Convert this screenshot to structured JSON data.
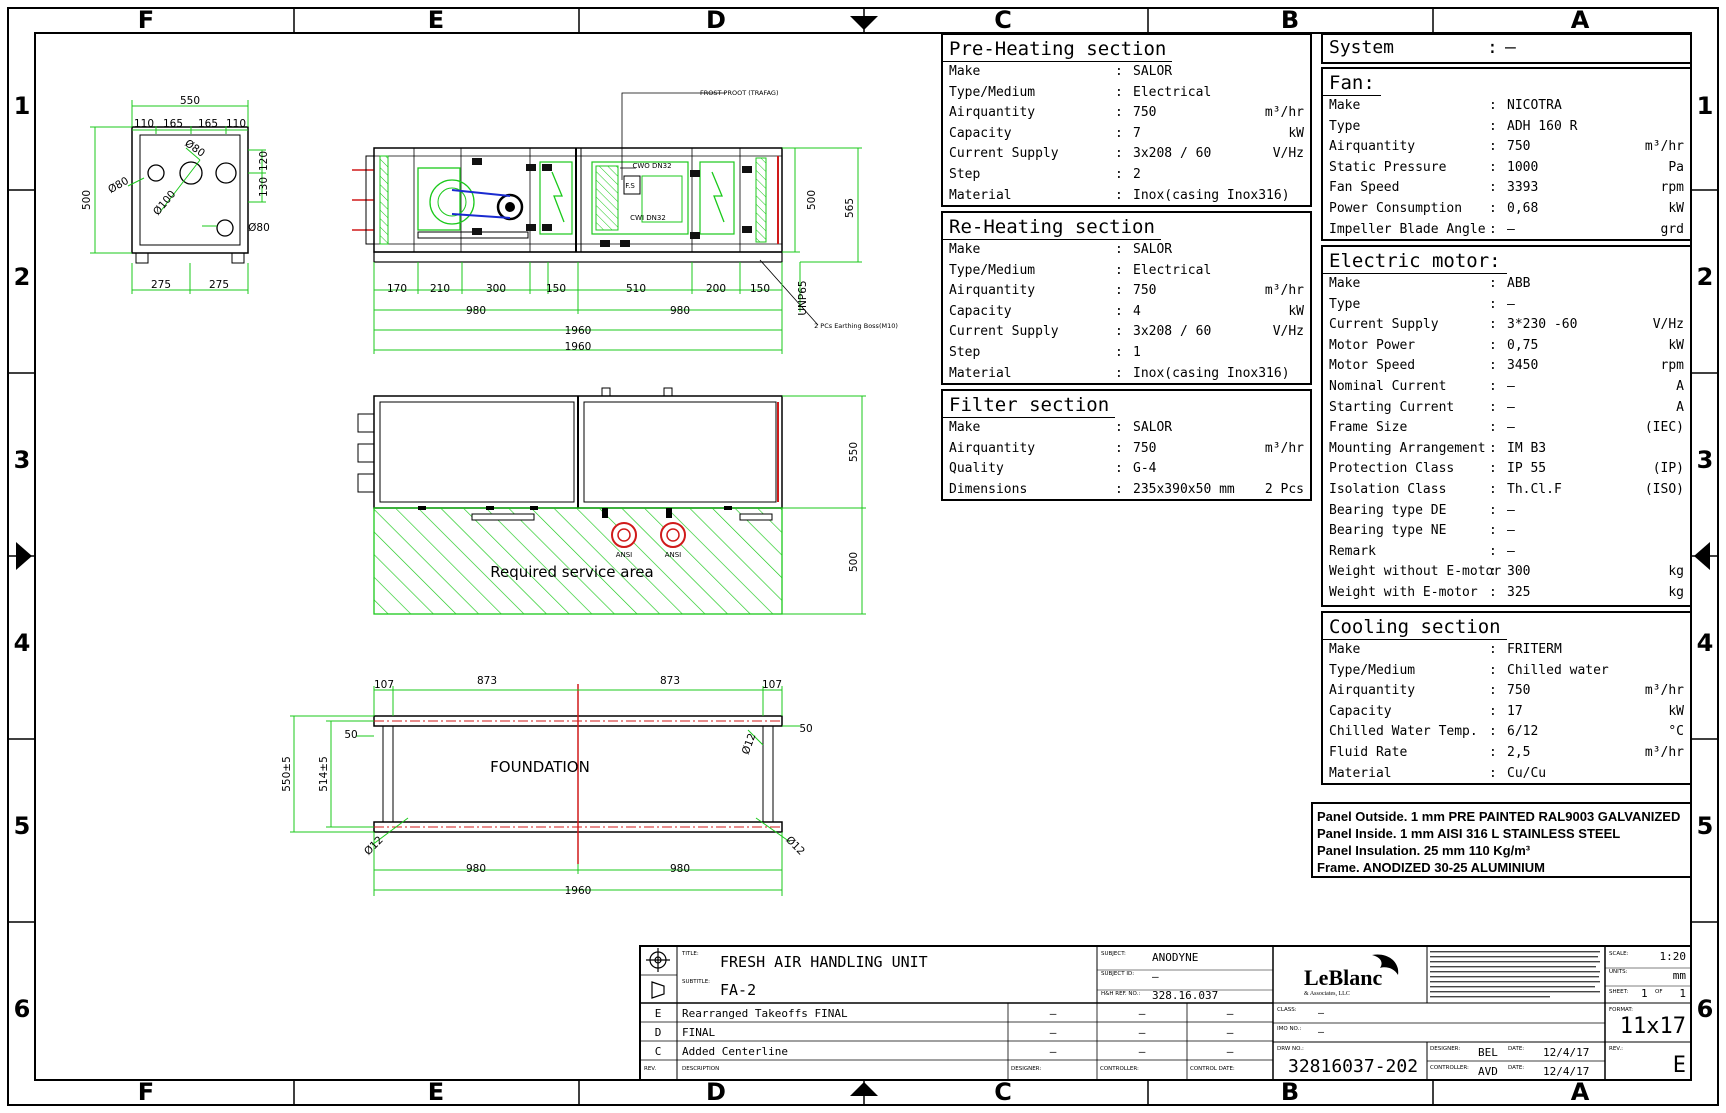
{
  "border": {
    "top_letters": [
      "F",
      "E",
      "D",
      "C",
      "B",
      "A"
    ],
    "bottom_letters": [
      "F",
      "E",
      "D",
      "C",
      "B",
      "A"
    ],
    "left_numbers": [
      "1",
      "2",
      "3",
      "4",
      "5",
      "6"
    ],
    "right_numbers": [
      "1",
      "2",
      "3",
      "4",
      "5",
      "6"
    ]
  },
  "system": {
    "label": "System",
    "colon": ":",
    "value": "–"
  },
  "pre_heating": {
    "title": "Pre-Heating section",
    "rows": [
      {
        "label": "Make",
        "value": "SALOR",
        "unit": ""
      },
      {
        "label": "Type/Medium",
        "value": "Electrical",
        "unit": ""
      },
      {
        "label": "Airquantity",
        "value": "750",
        "unit": "m³/hr"
      },
      {
        "label": "Capacity",
        "value": "7",
        "unit": "kW"
      },
      {
        "label": "Current Supply",
        "value": "3x208 / 60",
        "unit": "V/Hz"
      },
      {
        "label": "Step",
        "value": "2",
        "unit": ""
      },
      {
        "label": "Material",
        "value": "Inox(casing Inox316)",
        "unit": ""
      }
    ]
  },
  "re_heating": {
    "title": "Re-Heating section",
    "rows": [
      {
        "label": "Make",
        "value": "SALOR",
        "unit": ""
      },
      {
        "label": "Type/Medium",
        "value": "Electrical",
        "unit": ""
      },
      {
        "label": "Airquantity",
        "value": "750",
        "unit": "m³/hr"
      },
      {
        "label": "Capacity",
        "value": "4",
        "unit": "kW"
      },
      {
        "label": "Current Supply",
        "value": "3x208 / 60",
        "unit": "V/Hz"
      },
      {
        "label": "Step",
        "value": "1",
        "unit": ""
      },
      {
        "label": "Material",
        "value": "Inox(casing Inox316)",
        "unit": ""
      }
    ]
  },
  "filter": {
    "title": "Filter section",
    "rows": [
      {
        "label": "Make",
        "value": "SALOR",
        "unit": ""
      },
      {
        "label": "Airquantity",
        "value": "750",
        "unit": "m³/hr"
      },
      {
        "label": "Quality",
        "value": "G-4",
        "unit": ""
      },
      {
        "label": "Dimensions",
        "value": "235x390x50 mm",
        "unit": "2 Pcs"
      }
    ]
  },
  "fan": {
    "title": "Fan:",
    "rows": [
      {
        "label": "Make",
        "value": "NICOTRA",
        "unit": ""
      },
      {
        "label": "Type",
        "value": "ADH 160 R",
        "unit": ""
      },
      {
        "label": "Airquantity",
        "value": "750",
        "unit": "m³/hr"
      },
      {
        "label": "Static Pressure",
        "value": "1000",
        "unit": "Pa"
      },
      {
        "label": "Fan Speed",
        "value": "3393",
        "unit": "rpm"
      },
      {
        "label": "Power Consumption",
        "value": "0,68",
        "unit": "kW"
      },
      {
        "label": "Impeller Blade Angle",
        "value": "–",
        "unit": "grd"
      }
    ]
  },
  "motor": {
    "title": "Electric motor:",
    "rows": [
      {
        "label": "Make",
        "value": "ABB",
        "unit": ""
      },
      {
        "label": "Type",
        "value": "–",
        "unit": ""
      },
      {
        "label": "Current Supply",
        "value": "3*230 -60",
        "unit": "V/Hz"
      },
      {
        "label": "Motor Power",
        "value": "0,75",
        "unit": "kW"
      },
      {
        "label": "Motor Speed",
        "value": "3450",
        "unit": "rpm"
      },
      {
        "label": "Nominal Current",
        "value": "–",
        "unit": "A"
      },
      {
        "label": "Starting Current",
        "value": "–",
        "unit": "A"
      },
      {
        "label": "Frame Size",
        "value": "–",
        "unit": "(IEC)"
      },
      {
        "label": "Mounting Arrangement",
        "value": "IM B3",
        "unit": ""
      },
      {
        "label": "Protection Class",
        "value": "IP 55",
        "unit": "(IP)"
      },
      {
        "label": "Isolation Class",
        "value": "Th.Cl.F",
        "unit": "(ISO)"
      },
      {
        "label": "Bearing type DE",
        "value": "–",
        "unit": ""
      },
      {
        "label": "Bearing type NE",
        "value": "–",
        "unit": ""
      },
      {
        "label": "Remark",
        "value": "–",
        "unit": ""
      },
      {
        "label": "Weight without E-motor",
        "value": "300",
        "unit": "kg"
      },
      {
        "label": "Weight with E-motor",
        "value": "325",
        "unit": "kg"
      }
    ]
  },
  "cooling": {
    "title": "Cooling section",
    "rows": [
      {
        "label": "Make",
        "value": "FRITERM",
        "unit": ""
      },
      {
        "label": "Type/Medium",
        "value": "Chilled water",
        "unit": ""
      },
      {
        "label": "Airquantity",
        "value": "750",
        "unit": "m³/hr"
      },
      {
        "label": "Capacity",
        "value": "17",
        "unit": "kW"
      },
      {
        "label": "Chilled Water Temp.",
        "value": "6/12",
        "unit": "°C"
      },
      {
        "label": "Fluid Rate",
        "value": "2,5",
        "unit": "m³/hr"
      },
      {
        "label": "Material",
        "value": "Cu/Cu",
        "unit": ""
      }
    ]
  },
  "panel_notes": [
    "Panel Outside. 1 mm PRE PAINTED RAL9003 GALVANIZED",
    "Panel Inside. 1 mm AISI 316 L STAINLESS STEEL",
    "Panel Insulation. 25 mm 110 Kg/m³",
    "Frame. ANODIZED 30-25 ALUMINIUM"
  ],
  "drawing": {
    "front_labels": {
      "frost": "FROST PROOT (TRAFAG)",
      "cwo": "CWO DN32",
      "cwi": "CWI DN32",
      "fs": "F.S",
      "unp": "UNP65",
      "earthing": "2 PCs Earthing Boss(M10)"
    },
    "front_dims": {
      "d500": "500",
      "d565": "565",
      "segs": [
        "170",
        "210",
        "300",
        "150",
        "510",
        "200",
        "150"
      ],
      "half_left": "980",
      "half_right": "980",
      "total1": "1960",
      "total2": "1960"
    },
    "end_view": {
      "width": "550",
      "top_segs": [
        "110",
        "165",
        "165",
        "110"
      ],
      "height": "500",
      "r120": "120",
      "r130": "130",
      "phi80a": "Ø80",
      "phi100": "Ø100",
      "phi80b": "Ø80",
      "phi80c": "Ø80",
      "bottom": [
        "275",
        "275"
      ]
    },
    "top_view": {
      "d550": "550",
      "d500": "500",
      "ansi1": "ANSI",
      "ansi2": "ANSI",
      "service": "Required service area"
    },
    "foundation": {
      "label": "FOUNDATION",
      "top": [
        "107",
        "873",
        "873",
        "107"
      ],
      "d50a": "50",
      "d50b": "50",
      "v1": "550±5",
      "v2": "514±5",
      "phi_a": "Ø12",
      "phi_b": "Ø12",
      "phi_c": "Ø12",
      "bottom": [
        "980",
        "980"
      ],
      "total": "1960"
    }
  },
  "title_block": {
    "title_lbl": "TITLE:",
    "title": "FRESH AIR HANDLING UNIT",
    "subtitle_lbl": "SUBTITLE:",
    "subtitle": "FA-2",
    "subject_lbl": "SUBJECT:",
    "subject": "ANODYNE",
    "subject_id_lbl": "SUBJECT ID:",
    "subject_id": "–",
    "ref_lbl": "H&H REF. NO.:",
    "ref": "328.16.037",
    "logo": "LeBlanc",
    "logo_sub": "& Associates, LLC",
    "scale_lbl": "SCALE:",
    "scale": "1:20",
    "units_lbl": "UNITS:",
    "units": "mm",
    "sheet_lbl": "SHEET:",
    "sheet": "1",
    "of_lbl": "OF",
    "of": "1",
    "format_lbl": "FORMAT:",
    "format": "11x17",
    "rev_lbl": "REV.:",
    "rev": "E",
    "class_lbl": "CLASS:",
    "class_val": "–",
    "imo_lbl": "IMO NO.:",
    "imo": "–",
    "drw_lbl": "DRW NO.:",
    "drw": "32816037-202",
    "designer_lbl": "DESIGNER:",
    "designer": "BEL",
    "date_lbl": "DATE:",
    "date1": "12/4/17",
    "controller_lbl": "CONTROLLER:",
    "controller": "AVD",
    "date_lbl2": "DATE:",
    "date2": "12/4/17",
    "revisions": [
      {
        "rev": "E",
        "desc": "Rearranged Takeoffs FINAL",
        "designer": "–",
        "controller": "–",
        "cdate": "–"
      },
      {
        "rev": "D",
        "desc": "FINAL",
        "designer": "–",
        "controller": "–",
        "cdate": "–"
      },
      {
        "rev": "C",
        "desc": "Added Centerline",
        "designer": "–",
        "controller": "–",
        "cdate": "–"
      }
    ],
    "col_rev": "REV.",
    "col_desc": "DESCRIPTION",
    "col_designer": "DESIGNER:",
    "col_controller": "CONTROLLER:",
    "col_cdate": "CONTROL DATE:"
  }
}
